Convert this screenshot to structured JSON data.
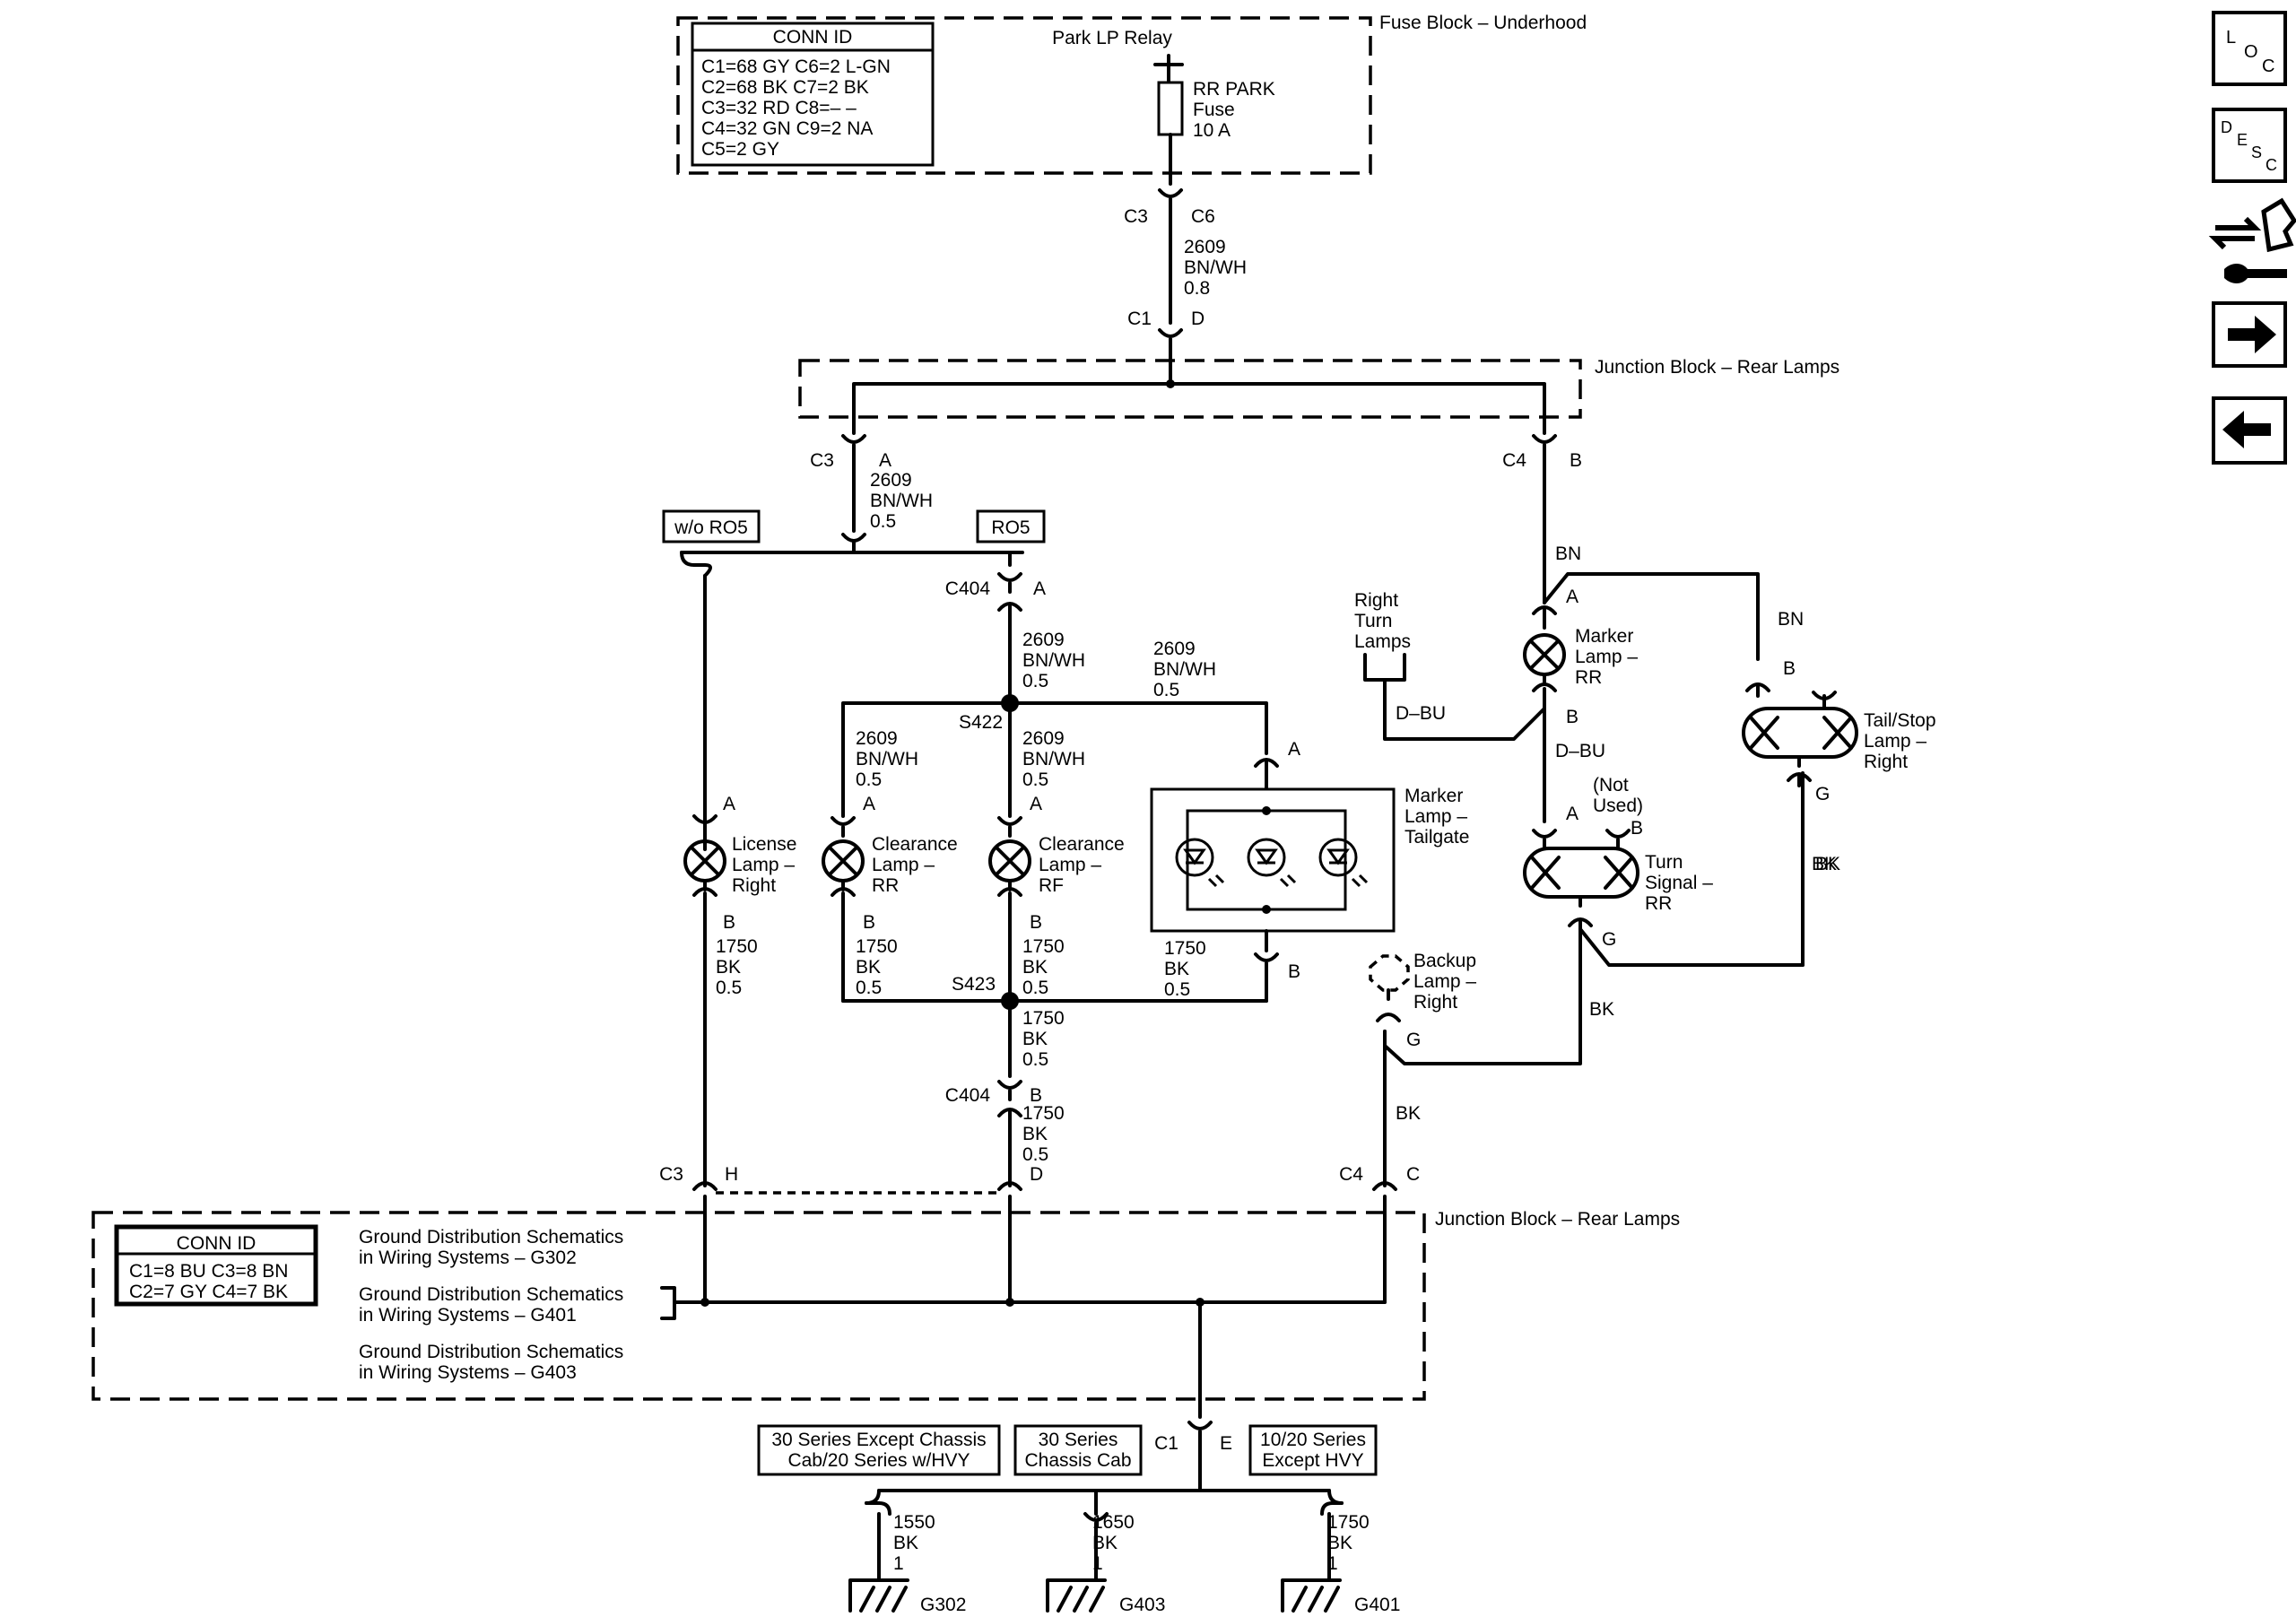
{
  "fuse_block": {
    "name": "Fuse Block – Underhood",
    "conn_id_title": "CONN ID",
    "conn_rows": [
      "C1=68 GY   C6=2 L-GN",
      "C2=68 BK   C7=2 BK",
      "C3=32 RD   C8=– –",
      "C4=32 GN   C9=2 NA",
      "C5=2 GY"
    ],
    "relay": "Park LP Relay",
    "fuse_label": [
      "RR PARK",
      "Fuse",
      "10 A"
    ],
    "conn_left": "C3",
    "conn_right": "C6"
  },
  "feed_wire": [
    "2609",
    "BN/WH",
    "0.8"
  ],
  "jb_rear_top": {
    "name": "Junction Block – Rear Lamps",
    "conn_in_left": "C1",
    "conn_in_right": "D",
    "conn_a_left": "C3",
    "conn_a_right": "A",
    "conn_b_left": "C4",
    "conn_b_right": "B"
  },
  "wire_2609_05": [
    "2609",
    "BN/WH",
    "0.5"
  ],
  "wire_1750_05": [
    "1750",
    "BK",
    "0.5"
  ],
  "option_wo": "w/o RO5",
  "option_with": "RO5",
  "c404": "C404",
  "pin_a": "A",
  "pin_b": "B",
  "pin_d": "D",
  "pin_g": "G",
  "pin_h": "H",
  "pin_c": "C",
  "pin_e": "E",
  "splice_s422": "S422",
  "splice_s423": "S423",
  "lamps": {
    "license": [
      "License",
      "Lamp –",
      "Right"
    ],
    "clear_rr": [
      "Clearance",
      "Lamp –",
      "RR"
    ],
    "clear_rf": [
      "Clearance",
      "Lamp –",
      "RF"
    ],
    "marker_tailgate": [
      "Marker",
      "Lamp –",
      "Tailgate"
    ],
    "marker_rr": [
      "Marker",
      "Lamp –",
      "RR"
    ],
    "turn_signal": [
      "Turn",
      "Signal –",
      "RR"
    ],
    "tail_stop": [
      "Tail/Stop",
      "Lamp –",
      "Right"
    ],
    "backup": [
      "Backup",
      "Lamp –",
      "Right"
    ],
    "right_turn": [
      "Right",
      "Turn",
      "Lamps"
    ]
  },
  "not_used": [
    "(Not",
    "Used)"
  ],
  "color_bn": "BN",
  "color_dbu": "D–BU",
  "color_bk": "BK",
  "jb_rear_bottom": {
    "name": "Junction Block – Rear Lamps",
    "conn_id_title": "CONN ID",
    "conn_rows": [
      "C1=8 BU   C3=8 BN",
      "C2=7 GY   C4=7 BK"
    ],
    "ground_notes": [
      [
        "Ground Distribution Schematics",
        "in Wiring Systems – G302"
      ],
      [
        "Ground Distribution Schematics",
        "in Wiring Systems – G401"
      ],
      [
        "Ground Distribution Schematics",
        "in Wiring Systems – G403"
      ]
    ],
    "conn_c3": "C3",
    "conn_c4": "C4",
    "out_left": "C1",
    "out_right": "E"
  },
  "ground_options": [
    [
      "30 Series Except Chassis",
      "Cab/20 Series w/HVY"
    ],
    [
      "30 Series",
      "Chassis Cab"
    ],
    [
      "10/20 Series",
      "Except HVY"
    ]
  ],
  "grounds": [
    {
      "wire": [
        "1550",
        "BK",
        "1"
      ],
      "name": "G302"
    },
    {
      "wire": [
        "1650",
        "BK",
        "1"
      ],
      "name": "G403"
    },
    {
      "wire": [
        "1750",
        "BK",
        "1"
      ],
      "name": "G401"
    }
  ],
  "nav": {
    "loc": [
      "L",
      "O",
      "C"
    ],
    "desc": [
      "D",
      "E",
      "S",
      "C"
    ],
    "connector_icon": "connector-repair-icon",
    "next_icon": "arrow-right-icon",
    "prev_icon": "arrow-left-icon"
  }
}
